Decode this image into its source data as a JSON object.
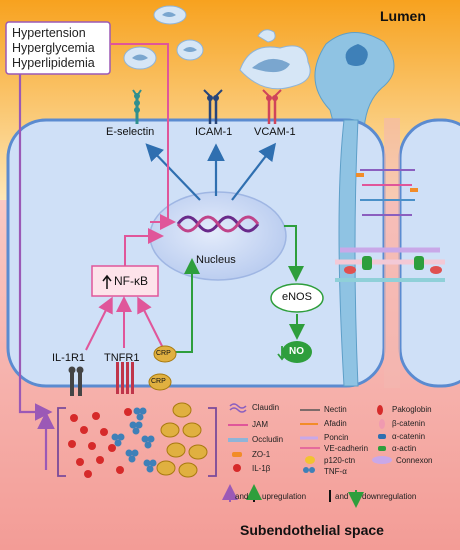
{
  "regions": {
    "lumen": "Lumen",
    "subendothelial": "Subendothelial space"
  },
  "risk_factors": [
    "Hypertension",
    "Hyperglycemia",
    "Hyperlipidemia"
  ],
  "adhesion_molecules": [
    "E-selectin",
    "ICAM-1",
    "VCAM-1"
  ],
  "nodes": {
    "nucleus": "Nucleus",
    "nfkb": "NF-κB",
    "enos": "eNOS",
    "no": "NO",
    "crp": "CRP"
  },
  "receptors": [
    "IL-1R1",
    "TNFR1"
  ],
  "legend": {
    "col1": [
      "Claudin",
      "JAM",
      "Occludin",
      "ZO-1",
      "IL-1β"
    ],
    "col2": [
      "Nectin",
      "Afadin",
      "Poncin",
      "VE-cadherin",
      "p120-ctn",
      "TNF-α"
    ],
    "col3": [
      "Pakoglobin",
      "β-catenin",
      "α-catenin",
      "α-actin",
      "Connexon"
    ],
    "up_text": "and",
    "up_label": "upregulation",
    "down_text": "and",
    "down_label": "downregulation"
  },
  "colors": {
    "lumen_top": "#f5a623",
    "subendothelial": "#f4a7a2",
    "cell": "#cfe0f7",
    "membrane": "#5b8bd0",
    "up_arrow": "#9b59b6",
    "pink_arrow": "#e0569a",
    "blue_arrow": "#2f6fb0",
    "green_arrow": "#2e9e3c",
    "crp": "#d8a020"
  },
  "icons": [
    "dna-helix-icon",
    "monocyte-icon",
    "cytokine-il1b-icon",
    "cytokine-tnfa-icon",
    "receptor-icon"
  ]
}
